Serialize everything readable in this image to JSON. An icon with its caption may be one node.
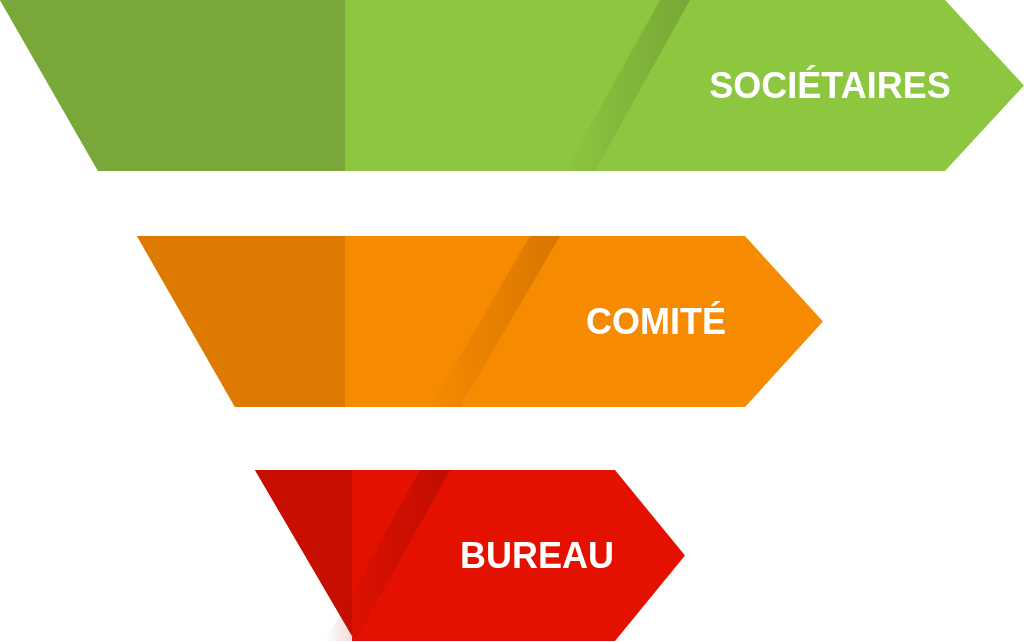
{
  "diagram": {
    "nodes": [
      {
        "text": [
          "SOCIÉTAIRES"
        ]
      },
      {
        "text": [
          "COMITÉ"
        ]
      },
      {
        "text": [
          "BUREAU"
        ]
      }
    ]
  }
}
